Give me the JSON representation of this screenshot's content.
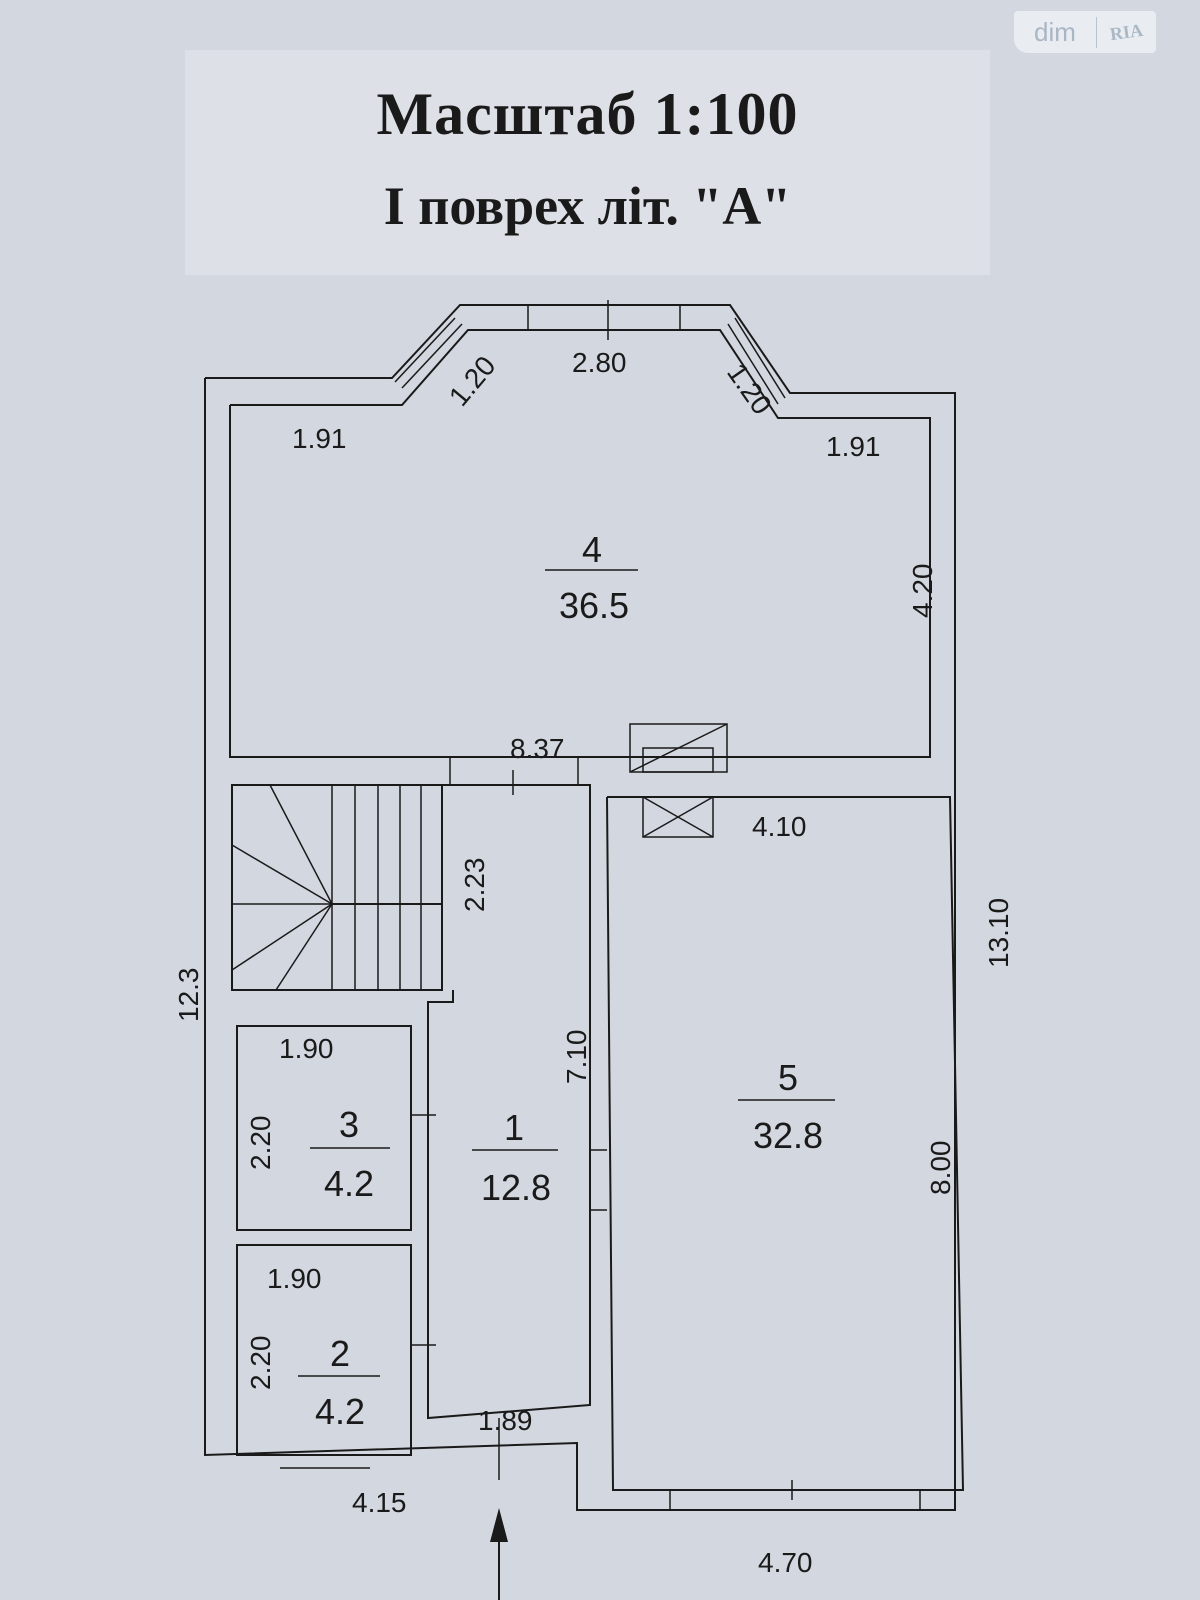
{
  "title": {
    "scale": "Масштаб 1:100",
    "floor": "І поврех літ. \"А\""
  },
  "watermark": {
    "left": "dim",
    "right": "RIA"
  },
  "rooms": [
    {
      "number": "4",
      "area": "36.5"
    },
    {
      "number": "5",
      "area": "32.8"
    },
    {
      "number": "1",
      "area": "12.8"
    },
    {
      "number": "3",
      "area": "4.2"
    },
    {
      "number": "2",
      "area": "4.2"
    }
  ],
  "dimensions": {
    "bay_left": "1.20",
    "bay_center": "2.80",
    "bay_right": "1.20",
    "top_left": "1.91",
    "top_right": "1.91",
    "room4_height": "4.20",
    "width_total": "8.37",
    "room5_width": "4.10",
    "right_total": "13.10",
    "left_total": "12.3",
    "stair": "2.23",
    "hall_height": "7.10",
    "room3_width": "1.90",
    "room3_height": "2.20",
    "room2_width": "1.90",
    "room2_height": "2.20",
    "hall_width": "1.89",
    "room5_height": "8.00",
    "bottom_left": "4.15",
    "bottom_right": "4.70"
  }
}
